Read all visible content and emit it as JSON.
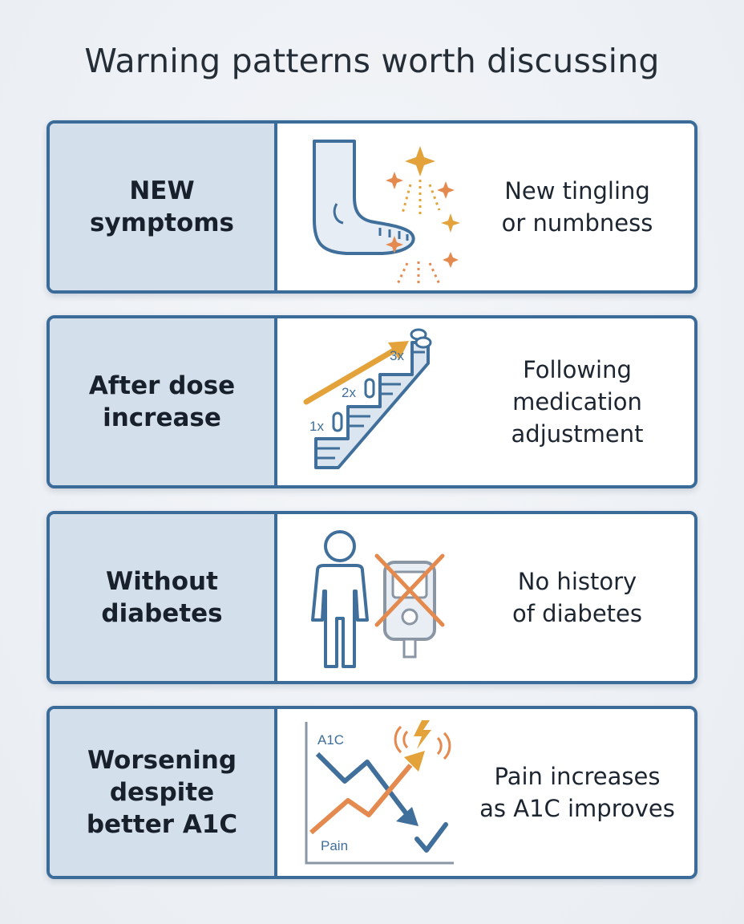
{
  "title": "Warning patterns worth discussing",
  "rows": [
    {
      "label": "NEW\nsymptoms",
      "description": "New tingling\nor numbness",
      "icon": "foot-tingling-icon"
    },
    {
      "label": "After dose\nincrease",
      "description": "Following\nmedication\nadjustment",
      "icon": "dose-stairs-icon",
      "steps": [
        "1x",
        "2x",
        "3x"
      ]
    },
    {
      "label": "Without\ndiabetes",
      "description": "No history\nof diabetes",
      "icon": "person-no-glucose-meter-icon"
    },
    {
      "label": "Worsening\ndespite\nbetter A1C",
      "description": "Pain increases\nas A1C improves",
      "icon": "a1c-pain-chart-icon",
      "chart_labels": {
        "a1c": "A1C",
        "pain": "Pain"
      }
    }
  ],
  "colors": {
    "border": "#3b6b98",
    "label_bg": "#d3dfeb",
    "orange": "#e58a4e",
    "gold": "#e3a33a",
    "blue_icon": "#3f6f9a"
  }
}
